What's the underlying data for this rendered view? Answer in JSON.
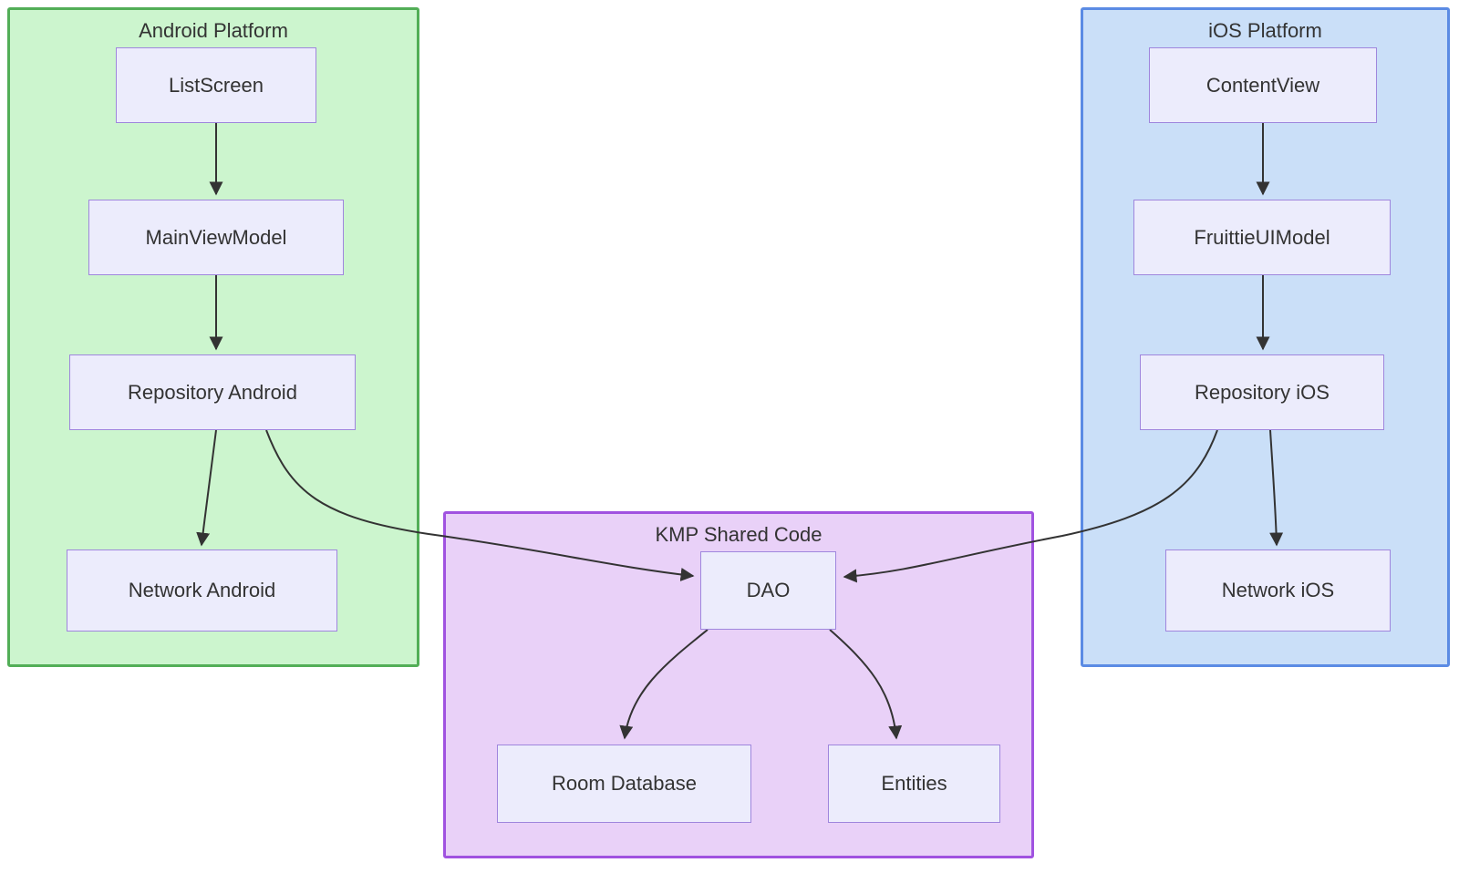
{
  "diagram": {
    "type": "flowchart",
    "containers": [
      {
        "title": "Android Platform",
        "fill": "#ccf5ce",
        "stroke": "#52ae57"
      },
      {
        "title": "iOS Platform",
        "fill": "#cadff8",
        "stroke": "#5b8be4"
      },
      {
        "title": "KMP Shared Code",
        "fill": "#e9d1f8",
        "stroke": "#a052e0"
      }
    ],
    "nodes": [
      {
        "label": "ListScreen",
        "container": "Android Platform"
      },
      {
        "label": "MainViewModel",
        "container": "Android Platform"
      },
      {
        "label": "Repository Android",
        "container": "Android Platform"
      },
      {
        "label": "Network Android",
        "container": "Android Platform"
      },
      {
        "label": "ContentView",
        "container": "iOS Platform"
      },
      {
        "label": "FruittieUIModel",
        "container": "iOS Platform"
      },
      {
        "label": "Repository iOS",
        "container": "iOS Platform"
      },
      {
        "label": "Network iOS",
        "container": "iOS Platform"
      },
      {
        "label": "DAO",
        "container": "KMP Shared Code"
      },
      {
        "label": "Room Database",
        "container": "KMP Shared Code"
      },
      {
        "label": "Entities",
        "container": "KMP Shared Code"
      }
    ],
    "edges": [
      {
        "from": "ListScreen",
        "to": "MainViewModel"
      },
      {
        "from": "MainViewModel",
        "to": "Repository Android"
      },
      {
        "from": "Repository Android",
        "to": "Network Android"
      },
      {
        "from": "Repository Android",
        "to": "DAO"
      },
      {
        "from": "ContentView",
        "to": "FruittieUIModel"
      },
      {
        "from": "FruittieUIModel",
        "to": "Repository iOS"
      },
      {
        "from": "Repository iOS",
        "to": "Network iOS"
      },
      {
        "from": "Repository iOS",
        "to": "DAO"
      },
      {
        "from": "DAO",
        "to": "Room Database"
      },
      {
        "from": "DAO",
        "to": "Entities"
      }
    ],
    "node_style": {
      "fill": "#ececfc",
      "stroke": "#9f86dd",
      "text_color": "#333333"
    },
    "edge_color": "#333333"
  }
}
